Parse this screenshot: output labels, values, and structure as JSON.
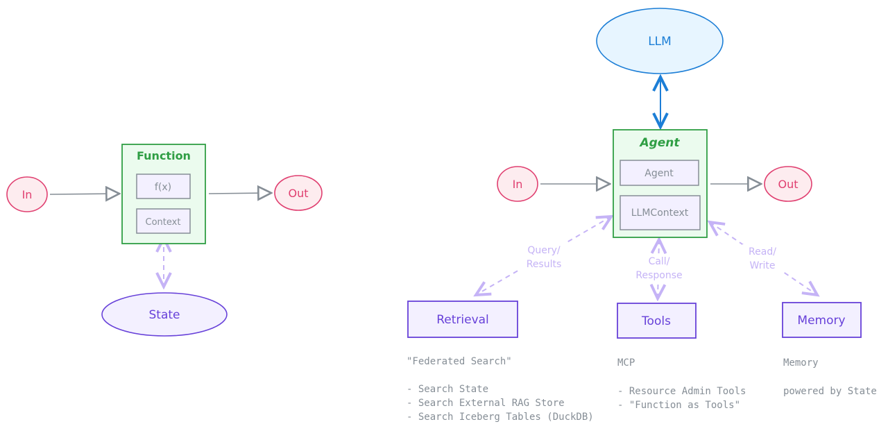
{
  "left": {
    "in": "In",
    "out": "Out",
    "function_title": "Function",
    "fx": "f(x)",
    "context": "Context",
    "state": "State"
  },
  "right": {
    "llm": "LLM",
    "in": "In",
    "out": "Out",
    "agent_title": "Agent",
    "agent_inner": "Agent",
    "llm_context": "LLMContext",
    "retrieval": "Retrieval",
    "tools": "Tools",
    "memory": "Memory",
    "edge_query_1": "Query/",
    "edge_query_2": "Results",
    "edge_call_1": "Call/",
    "edge_call_2": "Response",
    "edge_rw_1": "Read/",
    "edge_rw_2": "Write",
    "retrieval_notes": [
      "\"Federated Search\"",
      "- Search State",
      "- Search External RAG Store",
      "- Search Iceberg Tables (DuckDB)"
    ],
    "tools_notes": [
      "MCP",
      "- Resource Admin Tools",
      "- \"Function as Tools\""
    ],
    "memory_notes": [
      "Memory",
      "powered by State"
    ]
  },
  "colors": {
    "pink": "#e03f70",
    "pink_fill": "#fdecef",
    "green": "#2f9e44",
    "green_fill": "#ebfbee",
    "gray": "#868e96",
    "lavender": "#c5b3f6",
    "purple": "#6741d9",
    "purple_fill": "#f3f0ff",
    "blue": "#1c7ed6",
    "blue_fill": "#e7f5ff"
  }
}
